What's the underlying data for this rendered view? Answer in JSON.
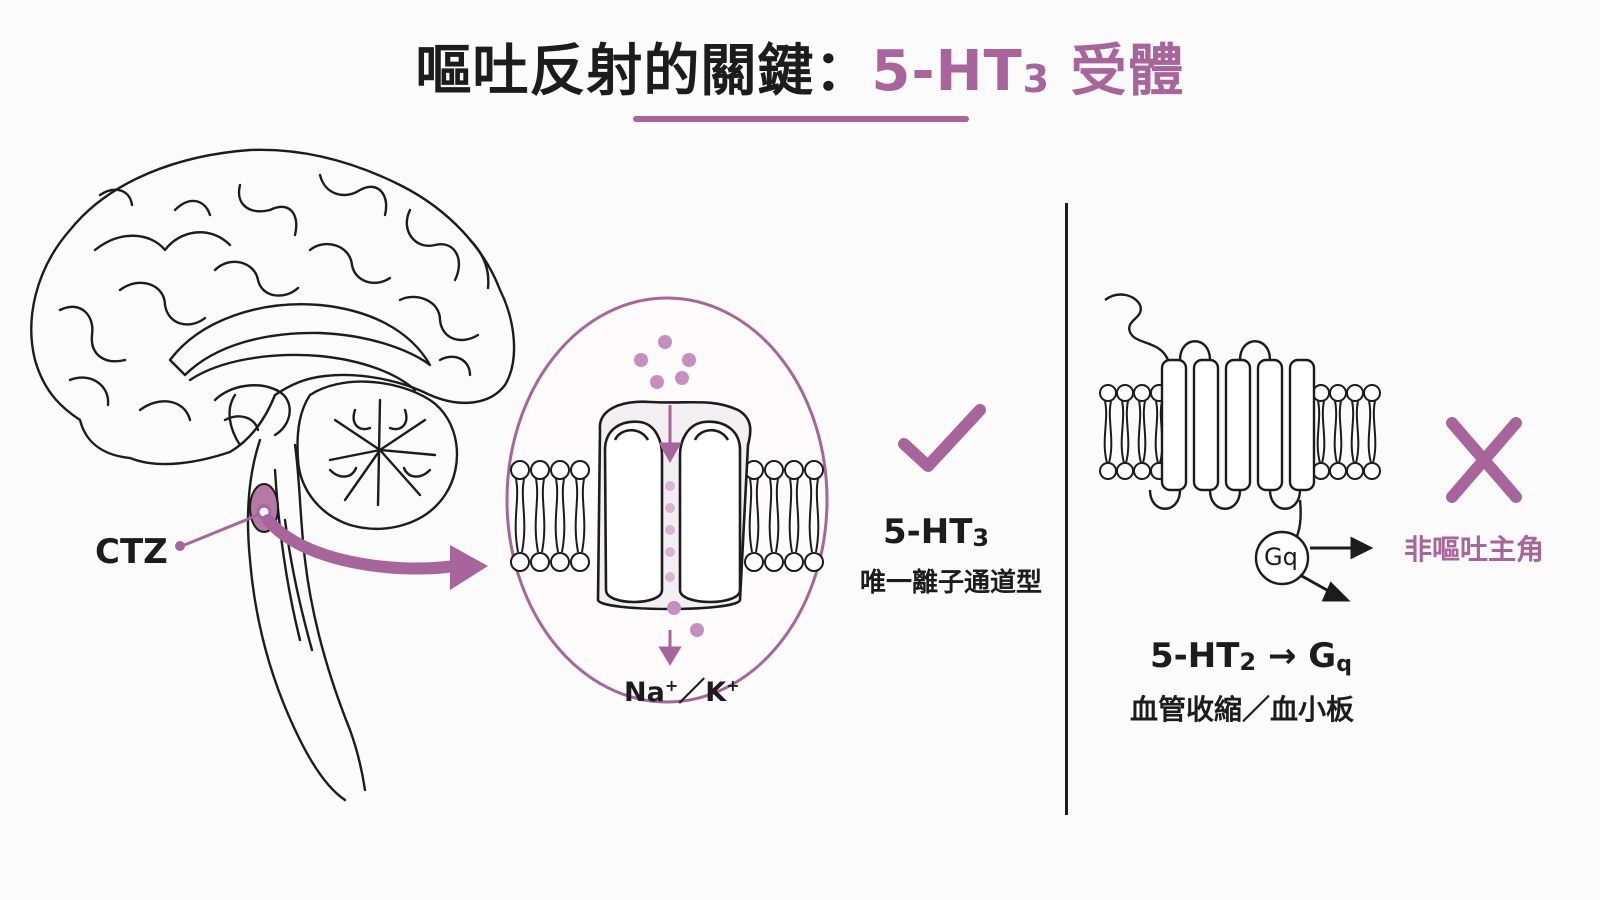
{
  "title": {
    "main": "嘔吐反射的關鍵：",
    "accent_prefix": "5-HT",
    "accent_sub": "3",
    "accent_suffix": " 受體"
  },
  "brain": {
    "ctz_label": "CTZ"
  },
  "channel": {
    "ion_label": "Na",
    "ion_sup1": "+",
    "ion_sep": "／K",
    "ion_sup2": "+",
    "receptor_prefix": "5-HT",
    "receptor_sub": "3",
    "description": "唯一離子通道型",
    "verdict_icon": "check-icon"
  },
  "gpcr": {
    "gq_label": "Gq",
    "receptor_prefix": "5-HT",
    "receptor_sub": "2",
    "arrow": " → ",
    "coupling_prefix": "G",
    "coupling_sub": "q",
    "description": "血管收縮／血小板",
    "verdict_icon": "cross-icon",
    "verdict_label": "非嘔吐主角"
  },
  "colors": {
    "accent": "#a8659c",
    "line": "#1c1c1c",
    "background": "#fbfbfb"
  }
}
